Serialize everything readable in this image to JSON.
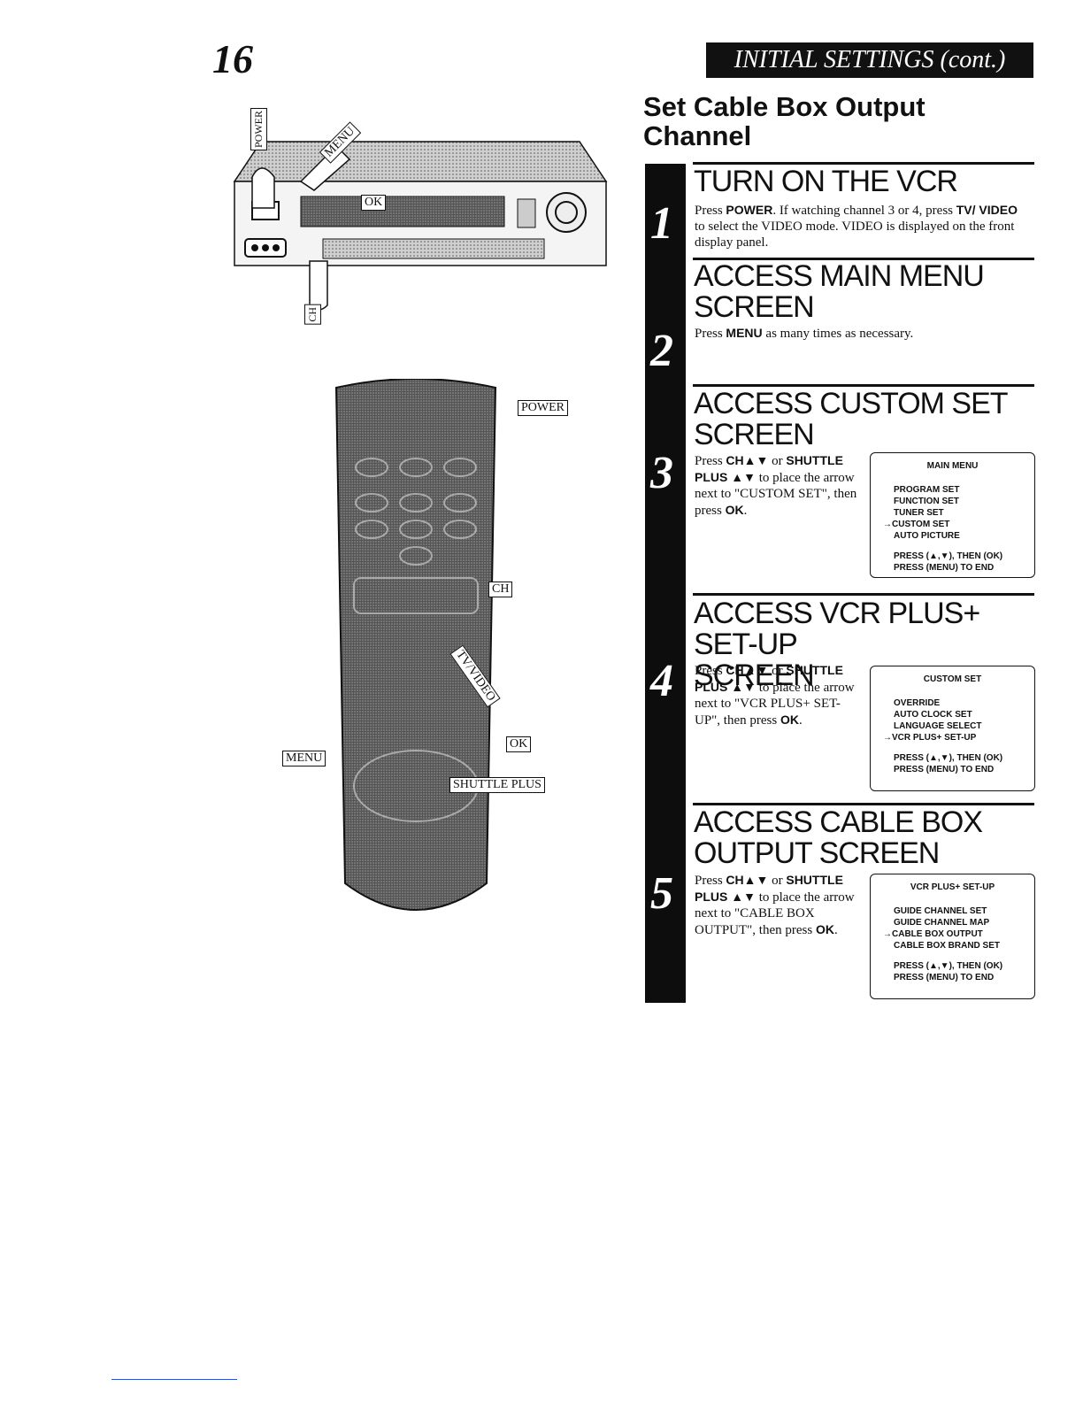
{
  "page": {
    "number": "16",
    "section_banner": "INITIAL SETTINGS (cont.)",
    "heading": "Set Cable Box Output Channel"
  },
  "illustration": {
    "vcr_labels": {
      "power": "POWER",
      "menu": "MENU",
      "ok": "OK",
      "ch": "CH"
    },
    "remote_labels": {
      "power": "POWER",
      "ch": "CH",
      "tv_video": "TV/VIDEO",
      "menu": "MENU",
      "ok": "OK",
      "shuttle_plus": "SHUTTLE PLUS"
    }
  },
  "steps": [
    {
      "number": "1",
      "title": "TURN ON THE VCR",
      "text_parts": [
        {
          "t": "Press ",
          "b": false
        },
        {
          "t": "POWER",
          "b": true
        },
        {
          "t": ". If watching channel 3 or 4, press ",
          "b": false
        },
        {
          "t": "TV/ VIDEO",
          "b": true
        },
        {
          "t": " to select the VIDEO mode. VIDEO is displayed on the front display panel.",
          "b": false
        }
      ]
    },
    {
      "number": "2",
      "title": "ACCESS MAIN MENU\nSCREEN",
      "text_parts": [
        {
          "t": "Press ",
          "b": false
        },
        {
          "t": "MENU",
          "b": true
        },
        {
          "t": " as many times as necessary.",
          "b": false
        }
      ]
    },
    {
      "number": "3",
      "title": "ACCESS CUSTOM SET\nSCREEN",
      "text_parts": [
        {
          "t": "Press ",
          "b": false
        },
        {
          "t": "CH▲▼",
          "b": true
        },
        {
          "t": " or ",
          "b": false
        },
        {
          "t": "SHUTTLE PLUS ▲▼",
          "b": true
        },
        {
          "t": " to place the arrow next to \"CUSTOM SET\", then press ",
          "b": false
        },
        {
          "t": "OK",
          "b": true
        },
        {
          "t": ".",
          "b": false
        }
      ],
      "screen": {
        "title": "MAIN MENU",
        "items": [
          "PROGRAM SET",
          "FUNCTION SET",
          "TUNER SET",
          "→CUSTOM SET",
          "AUTO PICTURE"
        ],
        "footer": [
          "PRESS (▲,▼), THEN (OK)",
          "PRESS (MENU) TO END"
        ]
      }
    },
    {
      "number": "4",
      "title": "ACCESS VCR PLUS+ SET-UP\nSCREEN",
      "text_parts": [
        {
          "t": "Press ",
          "b": false
        },
        {
          "t": "CH▲▼",
          "b": true
        },
        {
          "t": " or ",
          "b": false
        },
        {
          "t": "SHUTTLE PLUS ▲▼",
          "b": true
        },
        {
          "t": " to place the arrow next to \"VCR PLUS+ SET-UP\", then press ",
          "b": false
        },
        {
          "t": "OK",
          "b": true
        },
        {
          "t": ".",
          "b": false
        }
      ],
      "screen": {
        "title": "CUSTOM SET",
        "items": [
          "OVERRIDE",
          "AUTO CLOCK SET",
          "LANGUAGE SELECT",
          "→VCR PLUS+ SET-UP"
        ],
        "footer": [
          "PRESS (▲,▼), THEN (OK)",
          "PRESS (MENU) TO END"
        ]
      }
    },
    {
      "number": "5",
      "title": "ACCESS CABLE BOX\nOUTPUT SCREEN",
      "text_parts": [
        {
          "t": "Press ",
          "b": false
        },
        {
          "t": "CH▲▼",
          "b": true
        },
        {
          "t": " or ",
          "b": false
        },
        {
          "t": "SHUTTLE PLUS ▲▼",
          "b": true
        },
        {
          "t": " to place the arrow next to \"CABLE BOX OUTPUT\", then press ",
          "b": false
        },
        {
          "t": "OK",
          "b": true
        },
        {
          "t": ".",
          "b": false
        }
      ],
      "screen": {
        "title": "VCR PLUS+ SET-UP",
        "items": [
          "GUIDE CHANNEL SET",
          "GUIDE CHANNEL MAP",
          "→CABLE BOX OUTPUT",
          "CABLE BOX BRAND SET"
        ],
        "footer": [
          "PRESS (▲,▼), THEN (OK)",
          "PRESS (MENU) TO END"
        ]
      }
    }
  ]
}
